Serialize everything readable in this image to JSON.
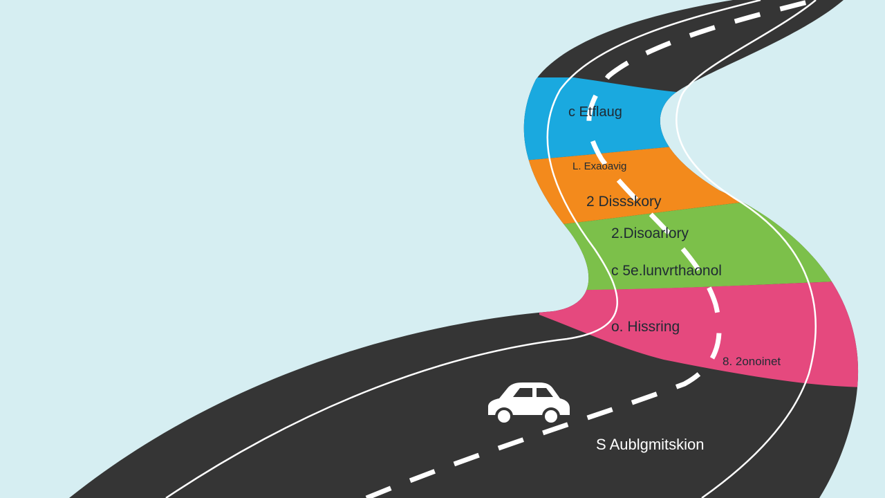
{
  "colors": {
    "background": "#d6eef2",
    "road": "#353535",
    "road_marking": "#ffffff",
    "band_blue": "#1aa9df",
    "band_orange": "#f38a1c",
    "band_green": "#7cc04a",
    "band_pink": "#e5497e",
    "car": "#ffffff"
  },
  "labels": {
    "blue": "c Etflaug",
    "orange_small": "L. Exaoavig",
    "orange": "2 Dissskory",
    "green_top": "2.Disoarlory",
    "green_bottom": "c 5e.lunvrthaonol",
    "pink_top": "o. Hissring",
    "pink_bottom": "8. 2onoinet",
    "road": "S Aublgmitskion"
  },
  "icons": {
    "car": "car-icon"
  }
}
